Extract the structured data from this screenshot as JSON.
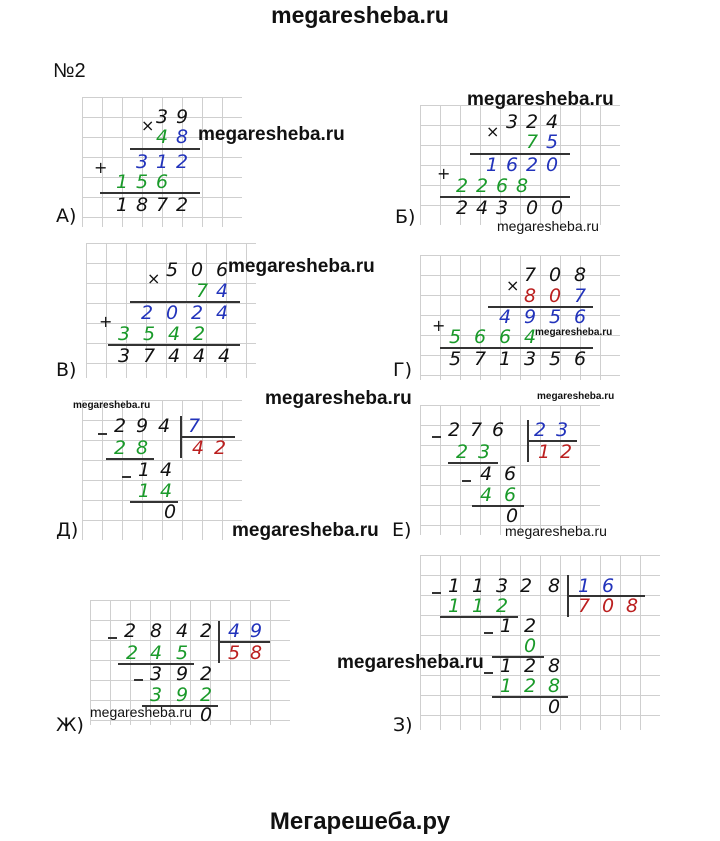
{
  "header": "megaresheba.ru",
  "footer": "Мегарешеба.ру",
  "task_number": "№2",
  "watermarks": {
    "a": "megaresheba.ru",
    "b1": "megaresheba.ru",
    "b2": "megaresheba.ru",
    "c": "megaresheba.ru",
    "g": "megaresheba.ru",
    "mid": "megaresheba.ru",
    "d": "megaresheba.ru",
    "e1": "megaresheba.ru",
    "e2": "megaresheba.ru",
    "e3": "megaresheba.ru",
    "z": "megaresheba.ru",
    "zh": "megaresheba.ru"
  },
  "labels": {
    "a": "А)",
    "b": "Б)",
    "v": "В)",
    "g": "Г)",
    "d": "Д)",
    "e": "Е)",
    "zh": "Ж)",
    "z": "З)"
  },
  "problems": {
    "a": {
      "rows": [
        [
          "3",
          "9"
        ],
        [
          "4",
          "8"
        ],
        [
          "3",
          "1",
          "2"
        ],
        [
          "1",
          "5",
          "6"
        ],
        [
          "1",
          "8",
          "7",
          "2"
        ]
      ]
    },
    "b": {
      "rows": [
        [
          "3",
          "2",
          "4"
        ],
        [
          "7",
          "5"
        ],
        [
          "1",
          "6",
          "2",
          "0"
        ],
        [
          "2",
          "2",
          "6",
          "8"
        ],
        [
          "2",
          "4",
          "3",
          "0",
          "0"
        ]
      ]
    },
    "v": {
      "rows": [
        [
          "5",
          "0",
          "6"
        ],
        [
          "7",
          "4"
        ],
        [
          "2",
          "0",
          "2",
          "4"
        ],
        [
          "3",
          "5",
          "4",
          "2"
        ],
        [
          "3",
          "7",
          "4",
          "4",
          "4"
        ]
      ]
    },
    "g": {
      "rows": [
        [
          "7",
          "0",
          "8"
        ],
        [
          "8",
          "0",
          "7"
        ],
        [
          "4",
          "9",
          "5",
          "6"
        ],
        [
          "5",
          "6",
          "6",
          "4"
        ],
        [
          "5",
          "7",
          "1",
          "3",
          "5",
          "6"
        ]
      ]
    },
    "d": {
      "rows": [
        [
          "2",
          "9",
          "4"
        ],
        [
          "7"
        ],
        [
          "2",
          "8"
        ],
        [
          "4",
          "2"
        ],
        [
          "1",
          "4"
        ],
        [
          "1",
          "4"
        ],
        [
          "0"
        ]
      ]
    },
    "e": {
      "rows": [
        [
          "2",
          "7",
          "6"
        ],
        [
          "2",
          "3"
        ],
        [
          "2",
          "3"
        ],
        [
          "1",
          "2"
        ],
        [
          "4",
          "6"
        ],
        [
          "4",
          "6"
        ],
        [
          "0"
        ]
      ]
    },
    "zh": {
      "rows": [
        [
          "2",
          "8",
          "4",
          "2"
        ],
        [
          "4",
          "9"
        ],
        [
          "2",
          "4",
          "5"
        ],
        [
          "5",
          "8"
        ],
        [
          "3",
          "9",
          "2"
        ],
        [
          "3",
          "9",
          "2"
        ],
        [
          "0"
        ]
      ]
    },
    "z": {
      "rows": [
        [
          "1",
          "1",
          "3",
          "2",
          "8"
        ],
        [
          "1",
          "6"
        ],
        [
          "1",
          "1",
          "2"
        ],
        [
          "7",
          "0",
          "8"
        ],
        [
          "1",
          "2"
        ],
        [
          "0"
        ],
        [
          "1",
          "2",
          "8"
        ],
        [
          "1",
          "2",
          "8"
        ],
        [
          "0"
        ]
      ]
    }
  },
  "colors": {
    "black": "#111111",
    "blue": "#2233bb",
    "green": "#1a9a2a",
    "red": "#bb1f1f"
  }
}
